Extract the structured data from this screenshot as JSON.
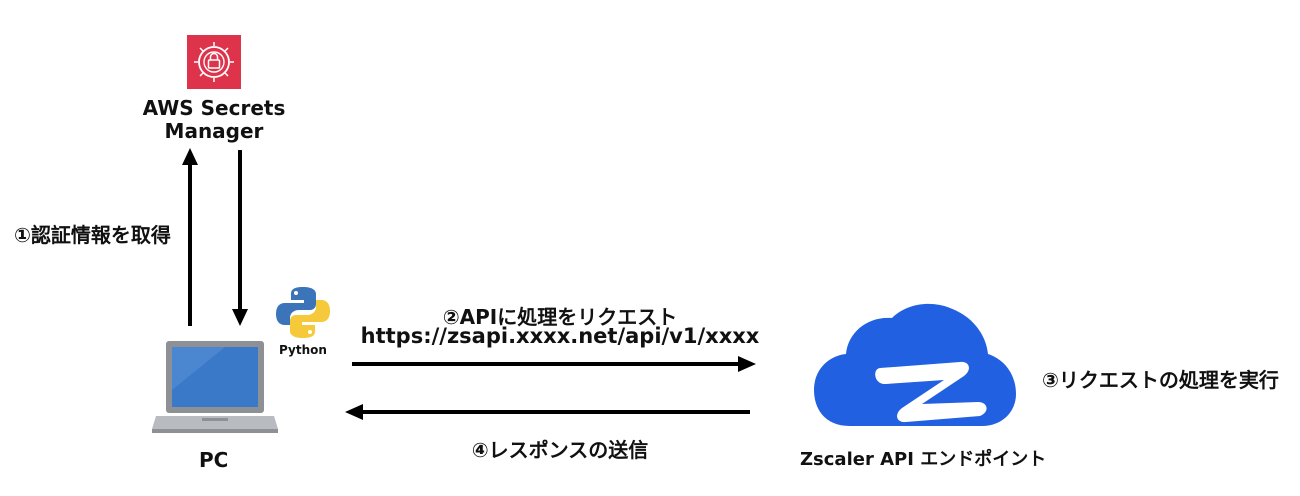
{
  "nodes": {
    "secrets_manager": {
      "label_line1": "AWS Secrets",
      "label_line2": "Manager",
      "icon": "aws-secrets-manager-icon",
      "color": "#dd344c"
    },
    "pc": {
      "label": "PC",
      "icon": "laptop-icon"
    },
    "python": {
      "label": "Python",
      "icon": "python-logo-icon"
    },
    "zscaler": {
      "label": "Zscaler API エンドポイント",
      "icon": "zscaler-cloud-icon",
      "color": "#2160e0"
    }
  },
  "steps": {
    "step1": "①認証情報を取得",
    "step2_title": "②APIに処理をリクエスト",
    "step2_url": "https://zsapi.xxxx.net/api/v1/xxxx",
    "step3": "③リクエストの処理を実行",
    "step4": "④レスポンスの送信"
  }
}
